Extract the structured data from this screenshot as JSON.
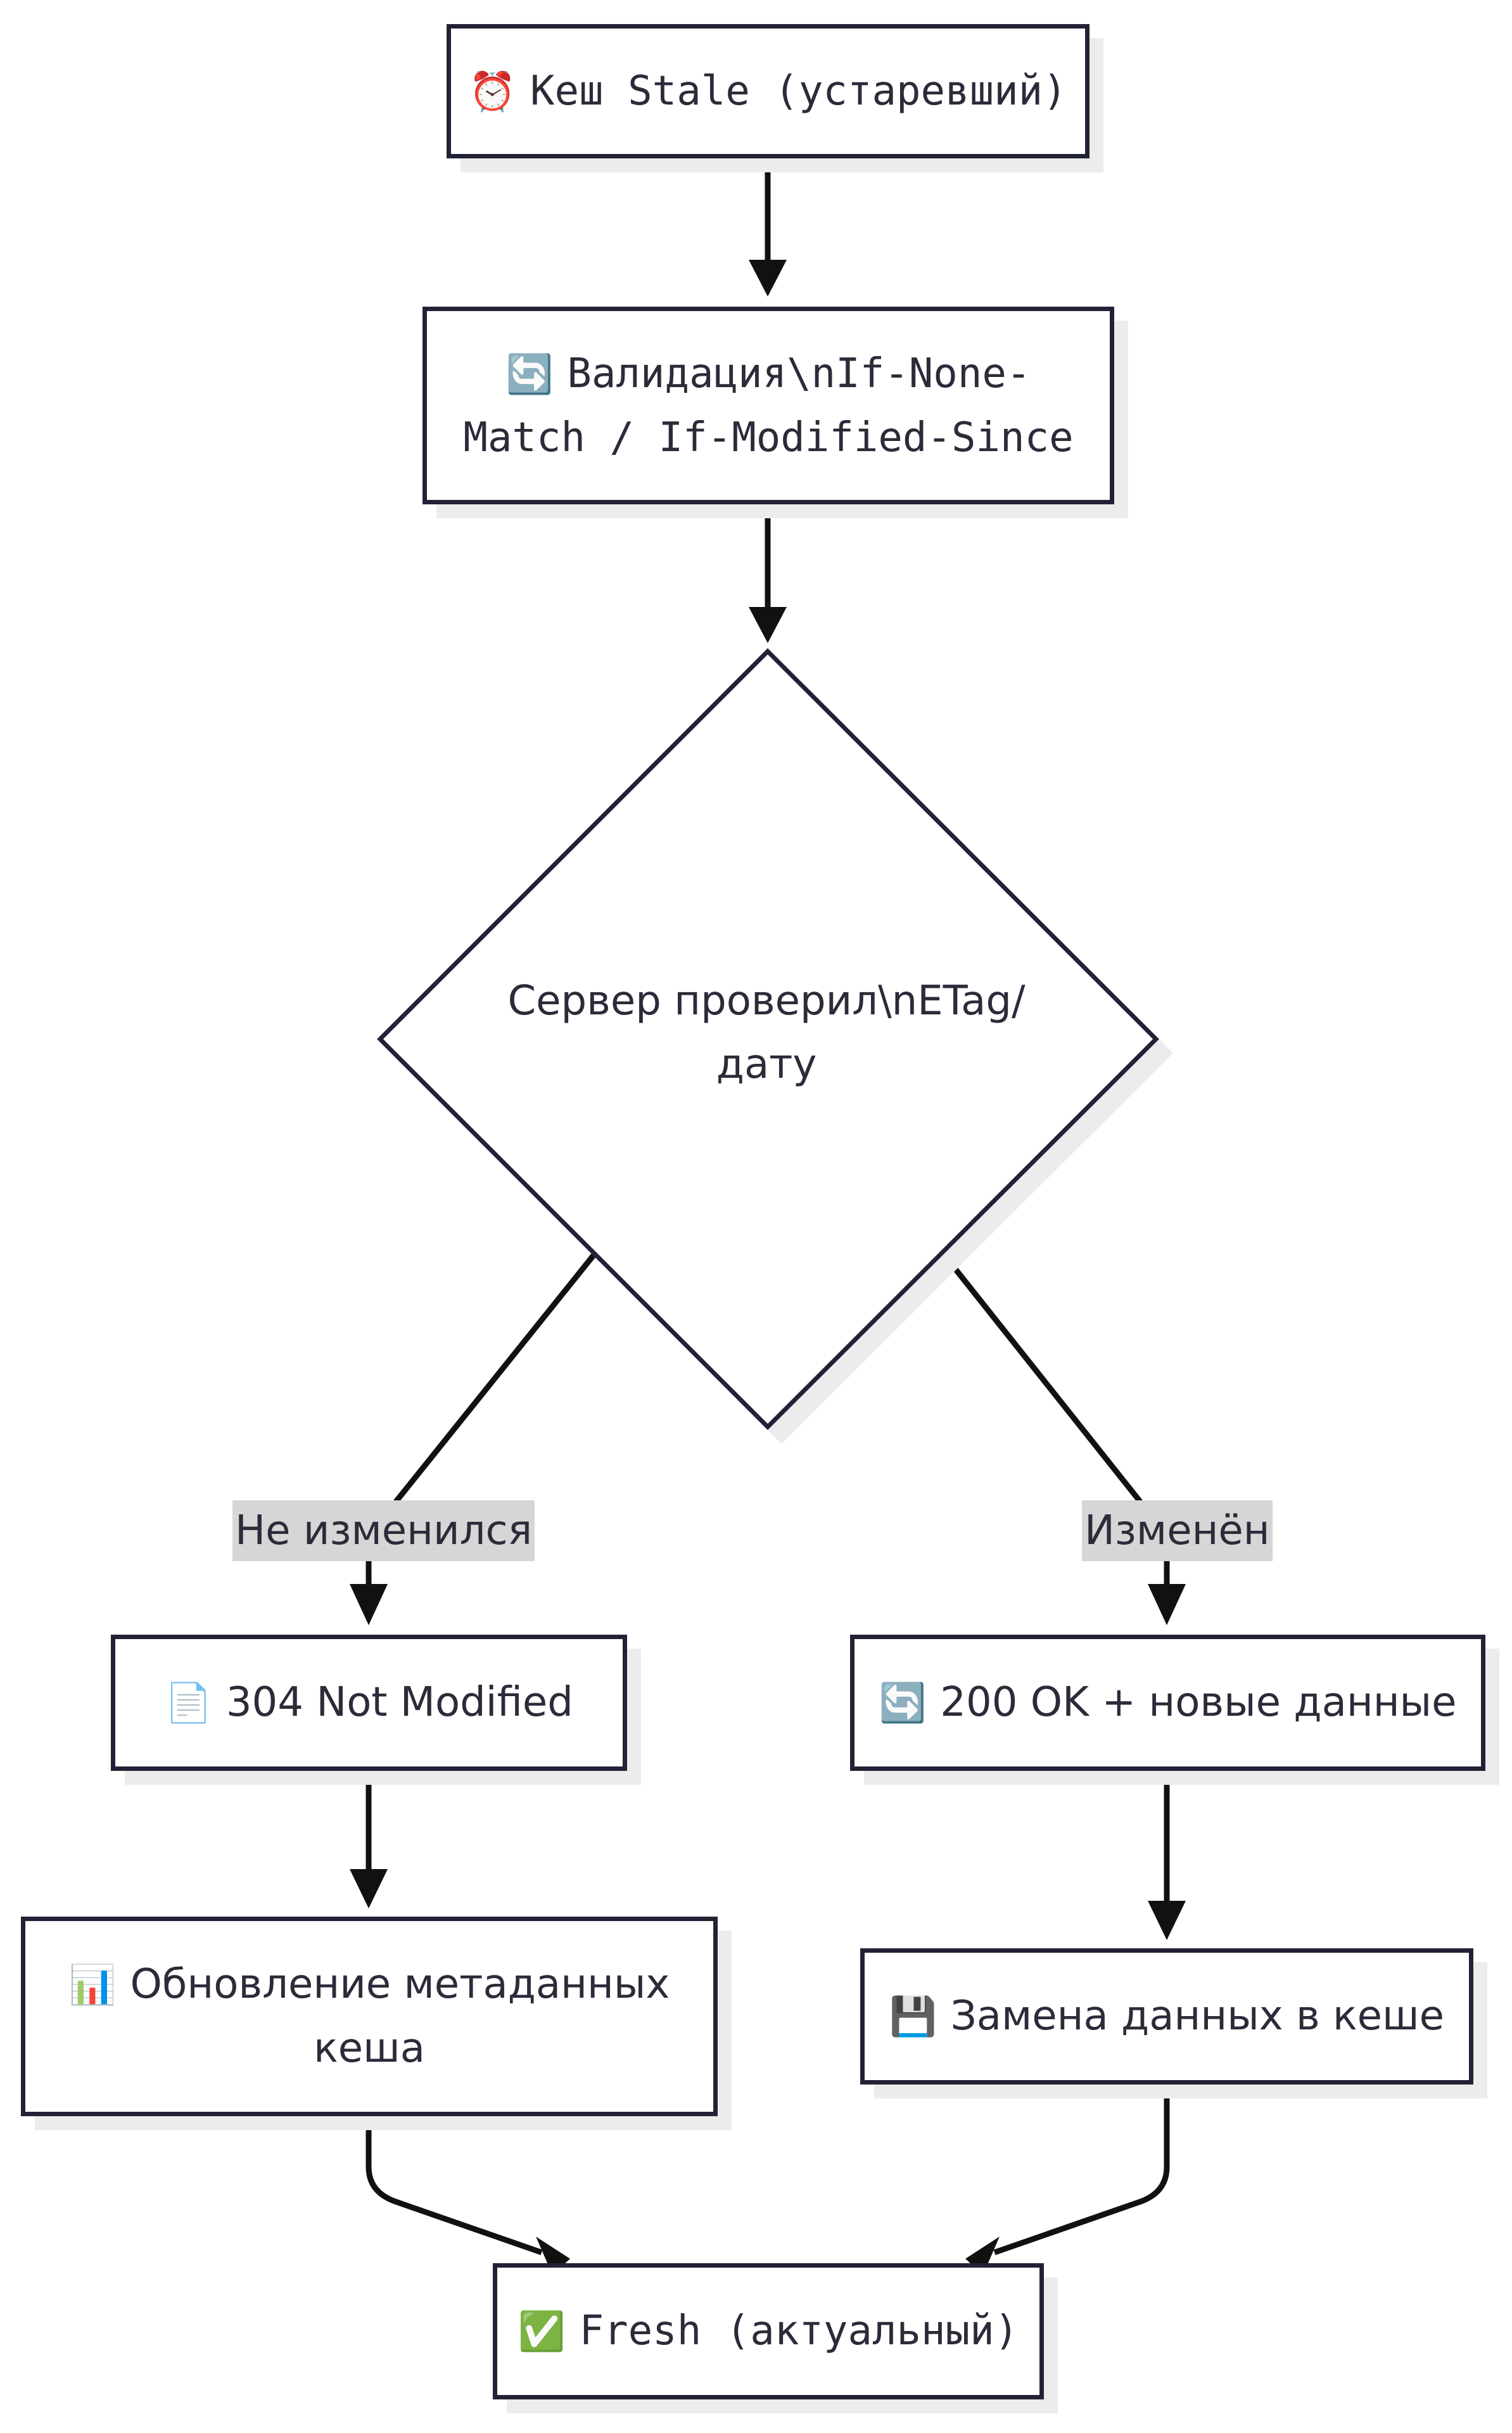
{
  "nodes": {
    "stale": {
      "icon": "⏰",
      "icon_name": "alarm-clock-icon",
      "text": "Кеш Stale (устаревший)"
    },
    "validate": {
      "icon": "🔄",
      "icon_name": "refresh-icon",
      "line1": "Валидация\\nIf-None-",
      "line2": "Match / If-Modified-Since"
    },
    "decision": {
      "line1": "Сервер проверил\\nETag/",
      "line2": "дату"
    },
    "not_modified": {
      "icon": "📄",
      "icon_name": "document-icon",
      "text": "304 Not Modified"
    },
    "ok_new": {
      "icon": "🔄",
      "icon_name": "refresh-icon",
      "text": "200 OK + новые данные"
    },
    "update_meta": {
      "icon": "📊",
      "icon_name": "bar-chart-icon",
      "line1": "Обновление метаданных",
      "line2": "кеша"
    },
    "replace": {
      "icon": "💾",
      "icon_name": "floppy-disk-icon",
      "text": "Замена данных в кеше"
    },
    "fresh": {
      "icon": "✅",
      "icon_name": "check-mark-icon",
      "text": "Fresh (актуальный)"
    }
  },
  "edge_labels": {
    "unchanged": "Не изменился",
    "changed": "Изменён"
  },
  "colors": {
    "stroke": "#222236",
    "label_bg": "#d6d6d6",
    "shadow": "#ececec"
  }
}
